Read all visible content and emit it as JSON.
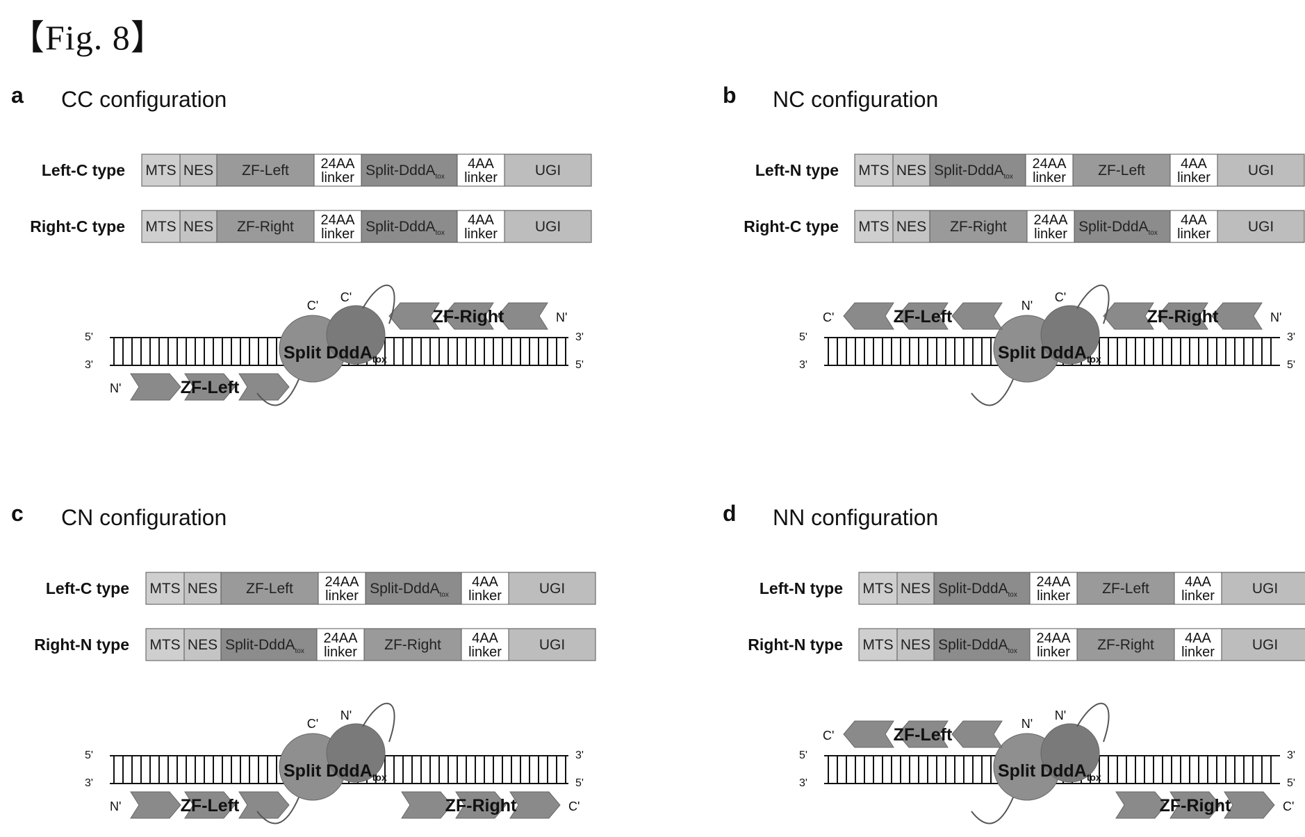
{
  "figure_label": "【Fig. 8】",
  "colors": {
    "MTS": "#cfcfcf",
    "NES": "#c4c4c4",
    "ZF": "#9a9a9a",
    "linker": "#ffffff",
    "DddA": "#8c8c8c",
    "UGI": "#bdbdbd",
    "arrow": "#8a8a8a",
    "circle": "#8f8f8f"
  },
  "panels": [
    {
      "letter": "a",
      "title": "CC configuration",
      "constructs": [
        {
          "label": "Left-C type",
          "blocks": [
            {
              "kind": "MTS",
              "text": "MTS"
            },
            {
              "kind": "NES",
              "text": "NES"
            },
            {
              "kind": "ZF",
              "text": "ZF-Left"
            },
            {
              "kind": "linker",
              "text": "24AA",
              "text2": "linker"
            },
            {
              "kind": "DddA",
              "text": "Split-DddA",
              "sub": "tox"
            },
            {
              "kind": "linker",
              "text": "4AA",
              "text2": "linker"
            },
            {
              "kind": "UGI",
              "text": "UGI"
            }
          ]
        },
        {
          "label": "Right-C type",
          "blocks": [
            {
              "kind": "MTS",
              "text": "MTS"
            },
            {
              "kind": "NES",
              "text": "NES"
            },
            {
              "kind": "ZF",
              "text": "ZF-Right"
            },
            {
              "kind": "linker",
              "text": "24AA",
              "text2": "linker"
            },
            {
              "kind": "DddA",
              "text": "Split-DddA",
              "sub": "tox"
            },
            {
              "kind": "linker",
              "text": "4AA",
              "text2": "linker"
            },
            {
              "kind": "UGI",
              "text": "UGI"
            }
          ]
        }
      ],
      "dna": {
        "top_left": "5'",
        "bottom_left": "3'",
        "top_right": "3'",
        "bottom_right": "5'",
        "deaminase": "Split DddA",
        "deaminase_sub": "tox",
        "left_circle_term": "C'",
        "right_circle_term": "C'",
        "top_zf": {
          "label": "ZF-Right",
          "dir": "left",
          "end_term": "N'"
        },
        "bottom_zf": {
          "label": "ZF-Left",
          "dir": "right",
          "start_term": "N'"
        }
      }
    },
    {
      "letter": "b",
      "title": "NC configuration",
      "constructs": [
        {
          "label": "Left-N type",
          "blocks": [
            {
              "kind": "MTS",
              "text": "MTS"
            },
            {
              "kind": "NES",
              "text": "NES"
            },
            {
              "kind": "DddA",
              "text": "Split-DddA",
              "sub": "tox"
            },
            {
              "kind": "linker",
              "text": "24AA",
              "text2": "linker"
            },
            {
              "kind": "ZF",
              "text": "ZF-Left"
            },
            {
              "kind": "linker",
              "text": "4AA",
              "text2": "linker"
            },
            {
              "kind": "UGI",
              "text": "UGI"
            }
          ]
        },
        {
          "label": "Right-C type",
          "blocks": [
            {
              "kind": "MTS",
              "text": "MTS"
            },
            {
              "kind": "NES",
              "text": "NES"
            },
            {
              "kind": "ZF",
              "text": "ZF-Right"
            },
            {
              "kind": "linker",
              "text": "24AA",
              "text2": "linker"
            },
            {
              "kind": "DddA",
              "text": "Split-DddA",
              "sub": "tox"
            },
            {
              "kind": "linker",
              "text": "4AA",
              "text2": "linker"
            },
            {
              "kind": "UGI",
              "text": "UGI"
            }
          ]
        }
      ],
      "dna": {
        "top_left": "5'",
        "bottom_left": "3'",
        "top_right": "3'",
        "bottom_right": "5'",
        "deaminase": "Split DddA",
        "deaminase_sub": "tox",
        "left_circle_term": "N'",
        "right_circle_term": "C'",
        "top_left_zf": {
          "label": "ZF-Left",
          "dir": "left",
          "start_term": "C'"
        },
        "top_right_zf": {
          "label": "ZF-Right",
          "dir": "left",
          "end_term": "N'"
        }
      }
    },
    {
      "letter": "c",
      "title": "CN configuration",
      "constructs": [
        {
          "label": "Left-C type",
          "blocks": [
            {
              "kind": "MTS",
              "text": "MTS"
            },
            {
              "kind": "NES",
              "text": "NES"
            },
            {
              "kind": "ZF",
              "text": "ZF-Left"
            },
            {
              "kind": "linker",
              "text": "24AA",
              "text2": "linker"
            },
            {
              "kind": "DddA",
              "text": "Split-DddA",
              "sub": "tox"
            },
            {
              "kind": "linker",
              "text": "4AA",
              "text2": "linker"
            },
            {
              "kind": "UGI",
              "text": "UGI"
            }
          ]
        },
        {
          "label": "Right-N type",
          "blocks": [
            {
              "kind": "MTS",
              "text": "MTS"
            },
            {
              "kind": "NES",
              "text": "NES"
            },
            {
              "kind": "DddA",
              "text": "Split-DddA",
              "sub": "tox"
            },
            {
              "kind": "linker",
              "text": "24AA",
              "text2": "linker"
            },
            {
              "kind": "ZF",
              "text": "ZF-Right"
            },
            {
              "kind": "linker",
              "text": "4AA",
              "text2": "linker"
            },
            {
              "kind": "UGI",
              "text": "UGI"
            }
          ]
        }
      ],
      "dna": {
        "top_left": "5'",
        "bottom_left": "3'",
        "top_right": "3'",
        "bottom_right": "5'",
        "deaminase": "Split DddA",
        "deaminase_sub": "tox",
        "left_circle_term": "C'",
        "right_circle_term": "N'",
        "bottom_left_zf": {
          "label": "ZF-Left",
          "dir": "right",
          "start_term": "N'"
        },
        "bottom_right_zf": {
          "label": "ZF-Right",
          "dir": "right",
          "end_term": "C'"
        }
      }
    },
    {
      "letter": "d",
      "title": "NN configuration",
      "constructs": [
        {
          "label": "Left-N type",
          "blocks": [
            {
              "kind": "MTS",
              "text": "MTS"
            },
            {
              "kind": "NES",
              "text": "NES"
            },
            {
              "kind": "DddA",
              "text": "Split-DddA",
              "sub": "tox"
            },
            {
              "kind": "linker",
              "text": "24AA",
              "text2": "linker"
            },
            {
              "kind": "ZF",
              "text": "ZF-Left"
            },
            {
              "kind": "linker",
              "text": "4AA",
              "text2": "linker"
            },
            {
              "kind": "UGI",
              "text": "UGI"
            }
          ]
        },
        {
          "label": "Right-N type",
          "blocks": [
            {
              "kind": "MTS",
              "text": "MTS"
            },
            {
              "kind": "NES",
              "text": "NES"
            },
            {
              "kind": "DddA",
              "text": "Split-DddA",
              "sub": "tox"
            },
            {
              "kind": "linker",
              "text": "24AA",
              "text2": "linker"
            },
            {
              "kind": "ZF",
              "text": "ZF-Right"
            },
            {
              "kind": "linker",
              "text": "4AA",
              "text2": "linker"
            },
            {
              "kind": "UGI",
              "text": "UGI"
            }
          ]
        }
      ],
      "dna": {
        "top_left": "5'",
        "bottom_left": "3'",
        "top_right": "3'",
        "bottom_right": "5'",
        "deaminase": "Split DddA",
        "deaminase_sub": "tox",
        "left_circle_term": "N'",
        "right_circle_term": "N'",
        "top_left_zf": {
          "label": "ZF-Left",
          "dir": "left",
          "start_term": "C'"
        },
        "bottom_right_zf": {
          "label": "ZF-Right",
          "dir": "right",
          "end_term": "C'"
        }
      }
    }
  ]
}
